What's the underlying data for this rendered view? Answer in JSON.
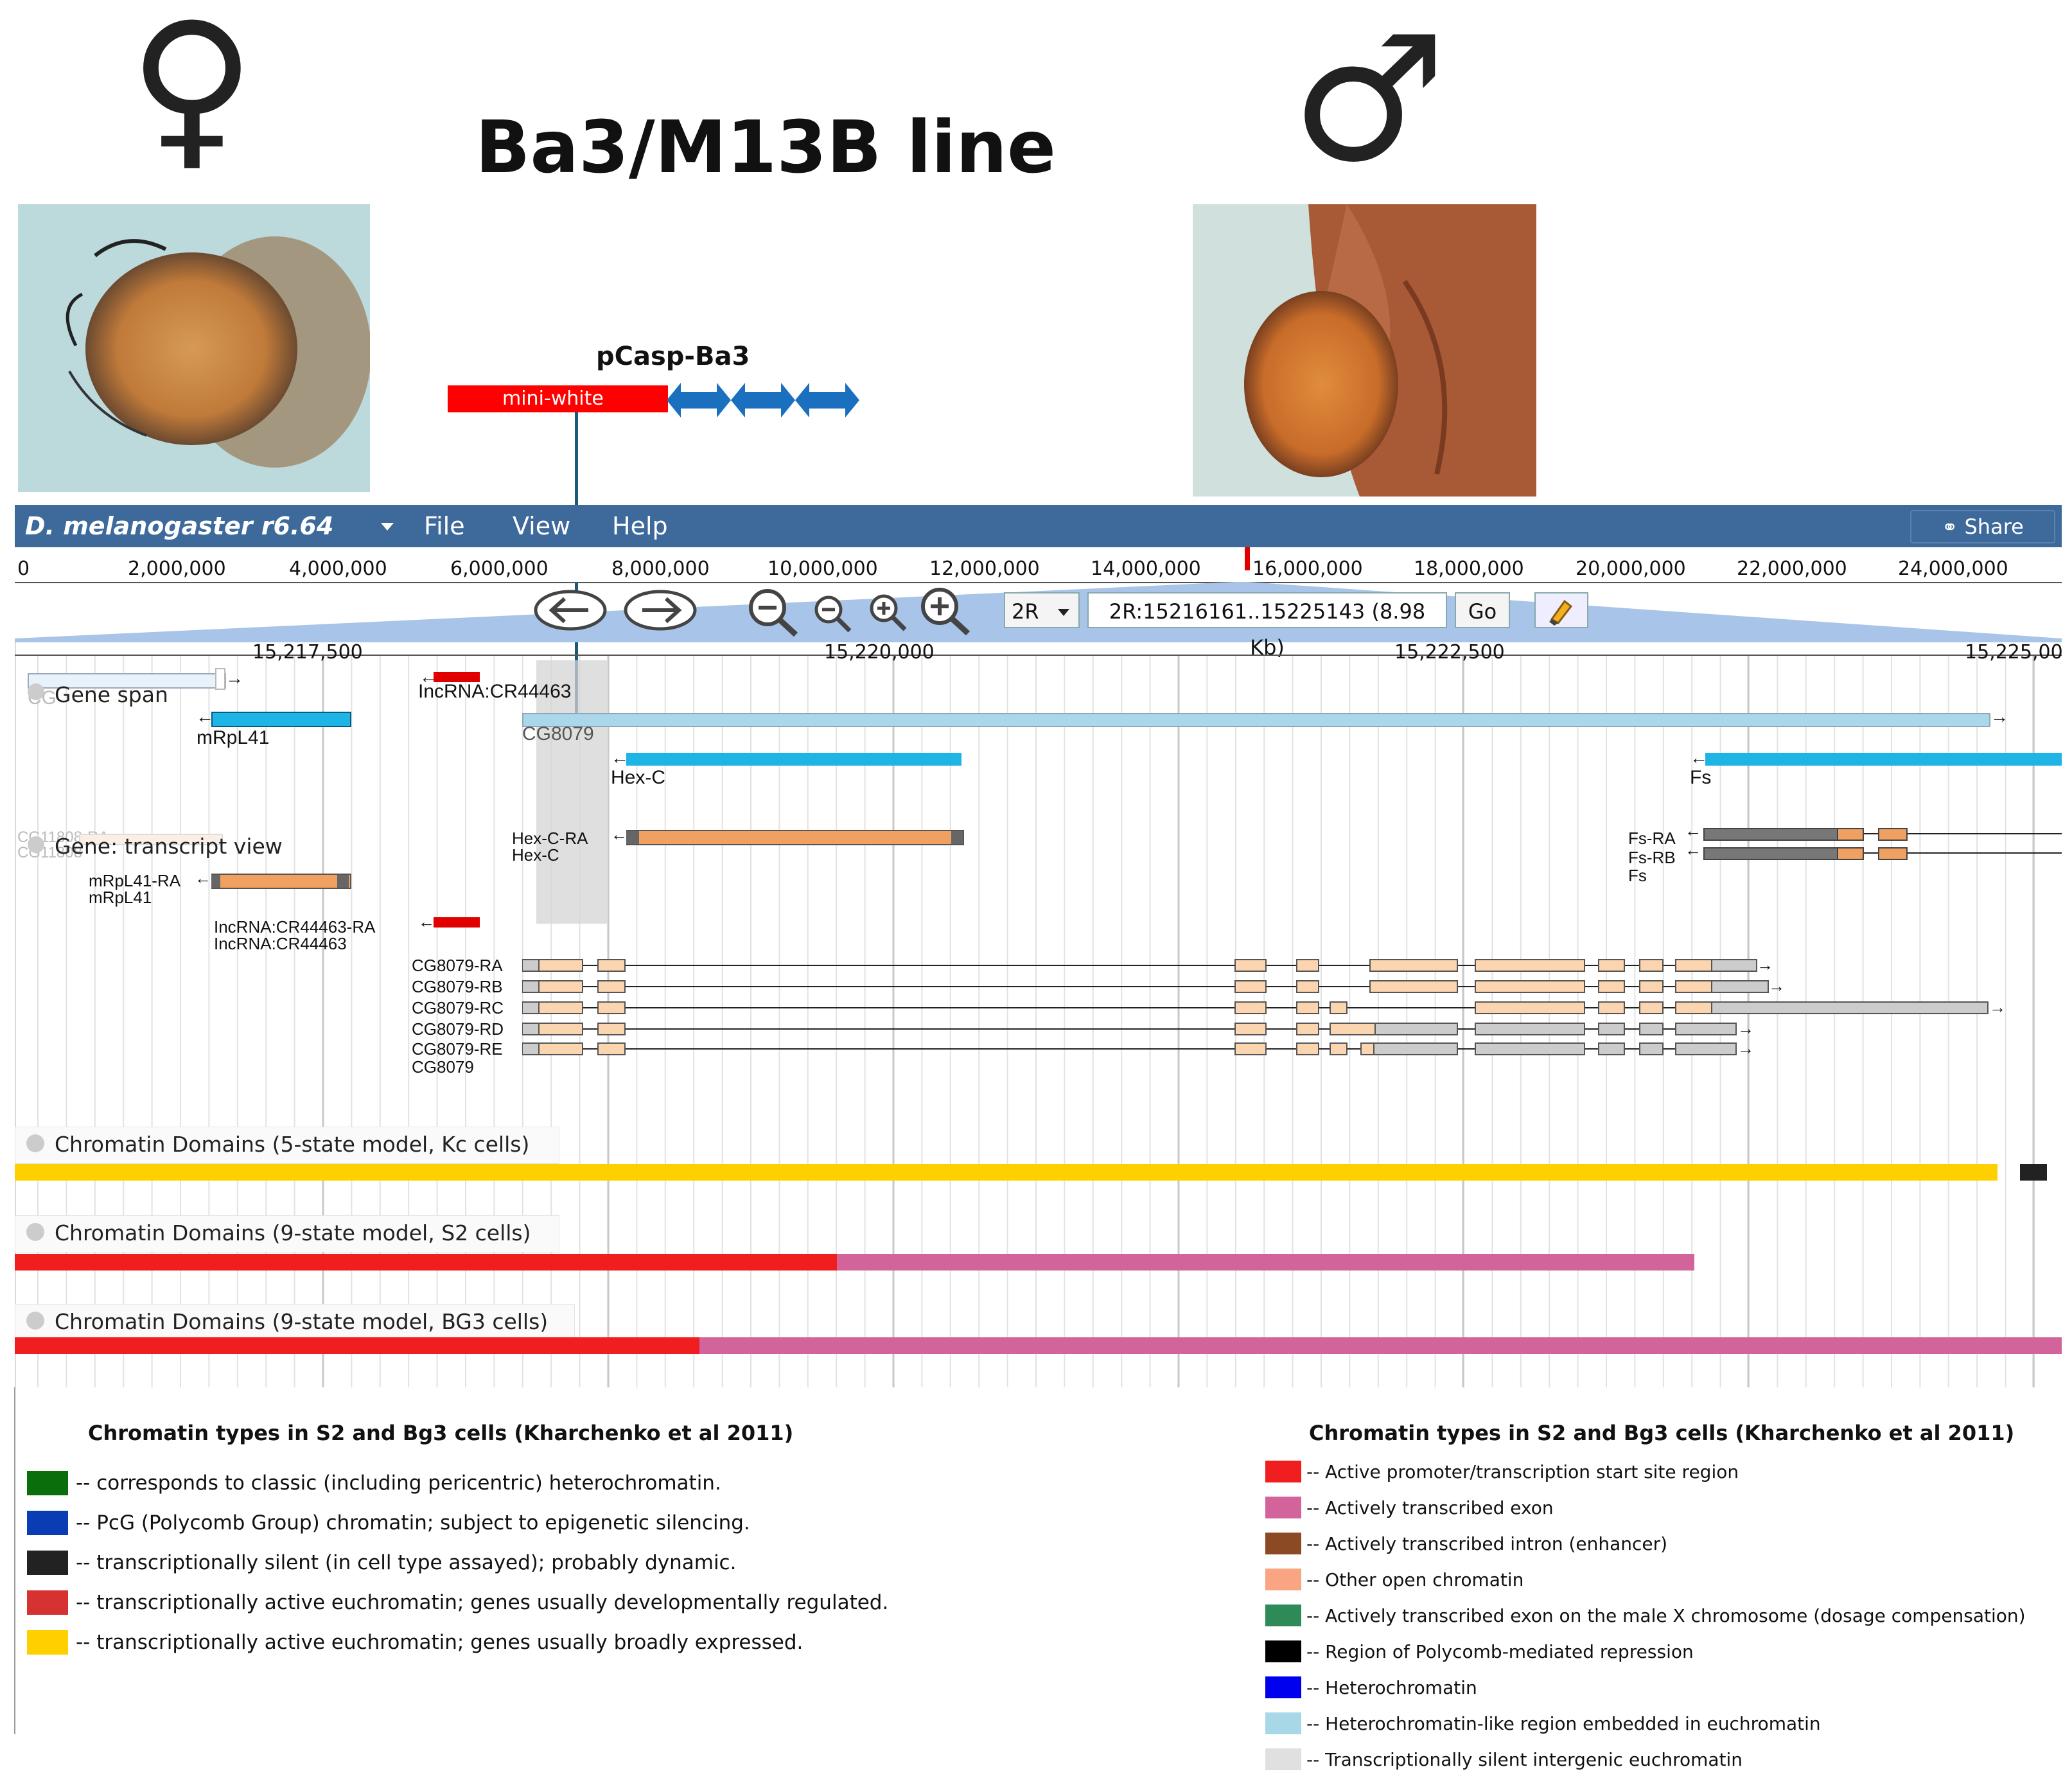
{
  "figure": {
    "title": "Ba3/M13B line",
    "female_symbol": "♀",
    "male_symbol": "♂"
  },
  "construct": {
    "name": "pCasp-Ba3",
    "marker_label": "mini-white",
    "marker_color": "#ff0000",
    "repeat_color": "#1a6fbf"
  },
  "browser": {
    "assembly": "D. melanogaster r6.64",
    "menu": [
      "File",
      "View",
      "Help"
    ],
    "share_label": "Share",
    "chromosome": "2R",
    "location": "2R:15216161..15225143 (8.98 Kb)",
    "go_label": "Go",
    "header_color": "#3e6a9b",
    "overview_ticks": [
      "0",
      "2,000,000",
      "4,000,000",
      "6,000,000",
      "8,000,000",
      "10,000,000",
      "12,000,000",
      "14,000,000",
      "16,000,000",
      "18,000,000",
      "20,000,000",
      "22,000,000",
      "24,000,000"
    ],
    "detail_ticks": [
      "15,217,500",
      "15,220,000",
      "15,222,500",
      "15,225,00"
    ]
  },
  "gene_span": {
    "track_label": "Gene span",
    "genes": [
      "IncRNA:CR44463",
      "mRpL41",
      "CG8079",
      "Hex-C",
      "Fs"
    ],
    "faded_label": "CG"
  },
  "transcript_view": {
    "track_label": "Gene: transcript view",
    "faded_a": "CG11808-RA",
    "faded_b": "CG11808",
    "mrpl41_a": "mRpL41-RA",
    "mrpl41_b": "mRpL41",
    "lnc_a": "IncRNA:CR44463-RA",
    "lnc_b": "IncRNA:CR44463",
    "hexc_a": "Hex-C-RA",
    "hexc_b": "Hex-C",
    "fs": [
      "Fs-RA",
      "Fs-RB",
      "Fs"
    ],
    "cg8079": [
      "CG8079-RA",
      "CG8079-RB",
      "CG8079-RC",
      "CG8079-RD",
      "CG8079-RE",
      "CG8079"
    ]
  },
  "chromatin_tracks": [
    {
      "label": "Chromatin Domains (5-state model, Kc cells)"
    },
    {
      "label": "Chromatin Domains (9-state model, S2 cells)"
    },
    {
      "label": "Chromatin Domains (9-state model, BG3 cells)"
    }
  ],
  "legend_left": {
    "title": "Chromatin types in S2 and Bg3 cells (Kharchenko et al 2011)",
    "items": [
      {
        "color": "#0a6e0a",
        "text": "-- corresponds to classic (including pericentric) heterochromatin."
      },
      {
        "color": "#0a3cb4",
        "text": "-- PcG (Polycomb Group) chromatin; subject to epigenetic silencing."
      },
      {
        "color": "#222222",
        "text": "-- transcriptionally silent (in cell type assayed); probably dynamic."
      },
      {
        "color": "#d63232",
        "text": "-- transcriptionally active euchromatin; genes usually developmentally regulated."
      },
      {
        "color": "#ffd000",
        "text": "-- transcriptionally active euchromatin; genes usually broadly expressed."
      }
    ]
  },
  "legend_right": {
    "title": "Chromatin types in S2 and Bg3 cells (Kharchenko et al 2011)",
    "items": [
      {
        "color": "#f01e1e",
        "text": "-- Active promoter/transcription start site region"
      },
      {
        "color": "#d2649b",
        "text": "-- Actively transcribed exon"
      },
      {
        "color": "#8b4a23",
        "text": "-- Actively transcribed intron (enhancer)"
      },
      {
        "color": "#f9a482",
        "text": "-- Other open chromatin"
      },
      {
        "color": "#2e8b57",
        "text": "-- Actively transcribed exon on the male X chromosome (dosage compensation)"
      },
      {
        "color": "#000000",
        "text": "-- Region of Polycomb-mediated repression"
      },
      {
        "color": "#0000ee",
        "text": "-- Heterochromatin"
      },
      {
        "color": "#a8d8e8",
        "text": "-- Heterochromatin-like region embedded in euchromatin"
      },
      {
        "color": "#e0e0e0",
        "text": "-- Transcriptionally silent intergenic euchromatin"
      }
    ]
  }
}
